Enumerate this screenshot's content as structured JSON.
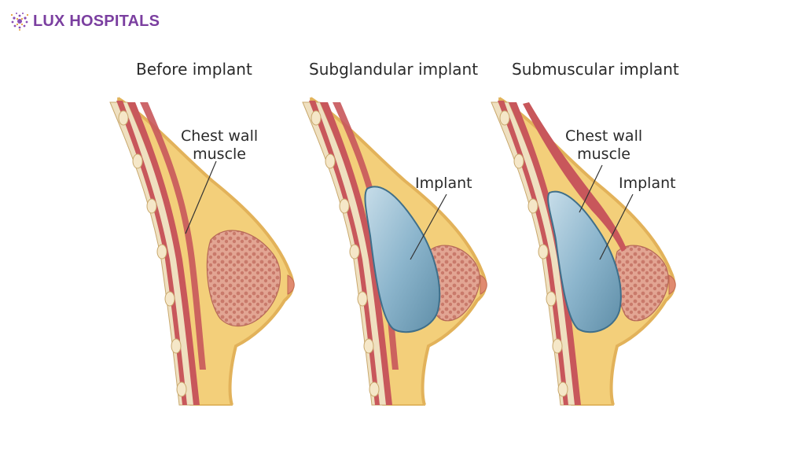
{
  "brand": {
    "name": "LUX HOSPITALS",
    "logo_icon": "dotted-lotus-logo-icon",
    "color": "#7b3fa0"
  },
  "panels": [
    {
      "title": "Before implant",
      "labels": {
        "muscle_line1": "Chest wall",
        "muscle_line2": "muscle"
      }
    },
    {
      "title": "Subglandular implant",
      "labels": {
        "implant": "Implant"
      }
    },
    {
      "title": "Submuscular implant",
      "labels": {
        "muscle_line1": "Chest wall",
        "muscle_line2": "muscle",
        "implant": "Implant"
      }
    }
  ],
  "colors": {
    "fat": "#f3cf7a",
    "muscle": "#c8575b",
    "gland": "#d98c7d",
    "implant": "#8fb8cf",
    "rib": "#efe0c0"
  }
}
